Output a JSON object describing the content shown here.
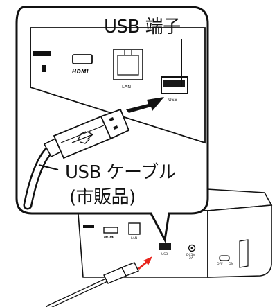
{
  "callout": {
    "usb_port_label": "USB 端子",
    "usb_cable_label": "USB ケーブル",
    "usb_cable_sub_label": "(市販品)"
  },
  "zoomed_device": {
    "hdmi_label": "HDMI",
    "lan_label": "LAN",
    "usb_label": "USB"
  },
  "small_device": {
    "hdmi_label": "HDMI",
    "lan_label": "LAN",
    "usb_label": "USB",
    "dc_label_line1": "DC5V",
    "dc_label_line2": "2A",
    "switch_label_off": "OFF",
    "switch_label_on": "ON"
  },
  "colors": {
    "outline": "#111111",
    "callout_arrow": "#111111",
    "insert_arrow": "#e8261e",
    "port_fill": "#1a1a1a"
  }
}
